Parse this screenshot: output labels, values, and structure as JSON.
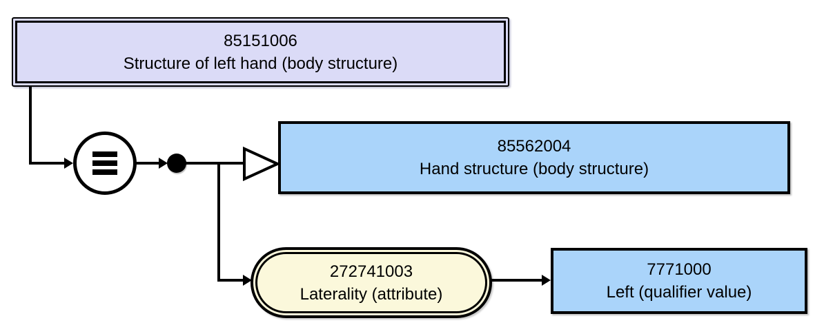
{
  "diagram": {
    "type": "snomed-concept-definition",
    "focus_concept": {
      "id": "85151006",
      "term": "Structure of left hand (body structure)"
    },
    "parent_concept": {
      "id": "85562004",
      "term": "Hand structure (body structure)"
    },
    "attribute": {
      "id": "272741003",
      "term": "Laterality (attribute)"
    },
    "value_concept": {
      "id": "7771000",
      "term": "Left (qualifier value)"
    },
    "icons": {
      "equivalence": "equivalent-to-icon (≡ in circle)",
      "conjunction": "conjunction-dot-icon",
      "subtype": "isa-open-triangle-icon"
    },
    "colors": {
      "defined_concept_fill": "#dbdbf7",
      "concept_fill": "#aad4fa",
      "attribute_fill": "#fbf8db",
      "line": "#000000",
      "background": "#ffffff"
    }
  }
}
